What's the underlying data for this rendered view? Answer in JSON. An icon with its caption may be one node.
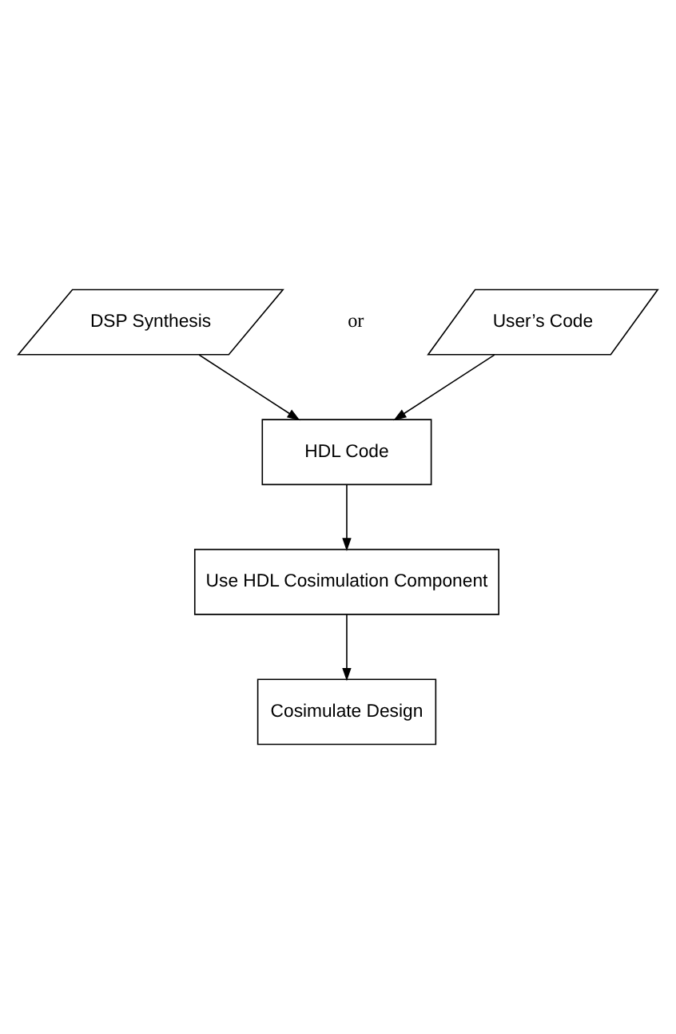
{
  "diagram": {
    "nodes": [
      {
        "text": [
          "DSP Synthesis"
        ]
      },
      {
        "text": [
          "User’s Code"
        ]
      },
      {
        "text": [
          "HDL Code"
        ]
      },
      {
        "text": [
          "Use HDL Cosimulation Component"
        ]
      },
      {
        "text": [
          "Cosimulate Design"
        ]
      }
    ],
    "edges": [
      {
        "from": 0,
        "to": 2,
        "arrow": "to"
      },
      {
        "from": 1,
        "to": 2,
        "arrow": "to"
      },
      {
        "from": 2,
        "to": 3,
        "arrow": "to"
      },
      {
        "from": 3,
        "to": 4,
        "arrow": "to"
      }
    ],
    "labels": [
      "or"
    ]
  }
}
